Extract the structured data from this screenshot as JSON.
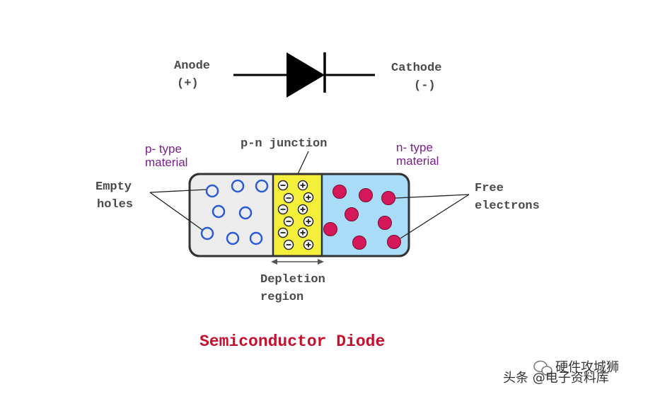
{
  "symbol": {
    "anode_label": "Anode",
    "anode_sign": "(+)",
    "cathode_label": "Cathode",
    "cathode_sign": "(-)"
  },
  "labels": {
    "p_type_line1": "p- type",
    "p_type_line2": "material",
    "pn_junction": "p-n junction",
    "n_type_line1": "n- type",
    "n_type_line2": "material",
    "empty_line1": "Empty",
    "empty_line2": "holes",
    "free_line1": "Free",
    "free_line2": "electrons",
    "depletion_line1": "Depletion",
    "depletion_line2": "region"
  },
  "title": "Semiconductor Diode",
  "watermark": {
    "line1": "硬件攻城狮",
    "line2": "头条 @电子资料库"
  },
  "colors": {
    "p_region": "#ececec",
    "depletion": "#f4ef3a",
    "n_region": "#a9dcf7",
    "hole_stroke": "#2b5bd6",
    "electron_fill": "#d4185a",
    "title": "#c8102e",
    "material_label": "#7a1f8a"
  },
  "icons": [
    "diode-symbol-icon",
    "minus-sign-icon",
    "plus-sign-icon",
    "hole-icon",
    "electron-icon",
    "double-arrow-icon",
    "wechat-icon"
  ]
}
